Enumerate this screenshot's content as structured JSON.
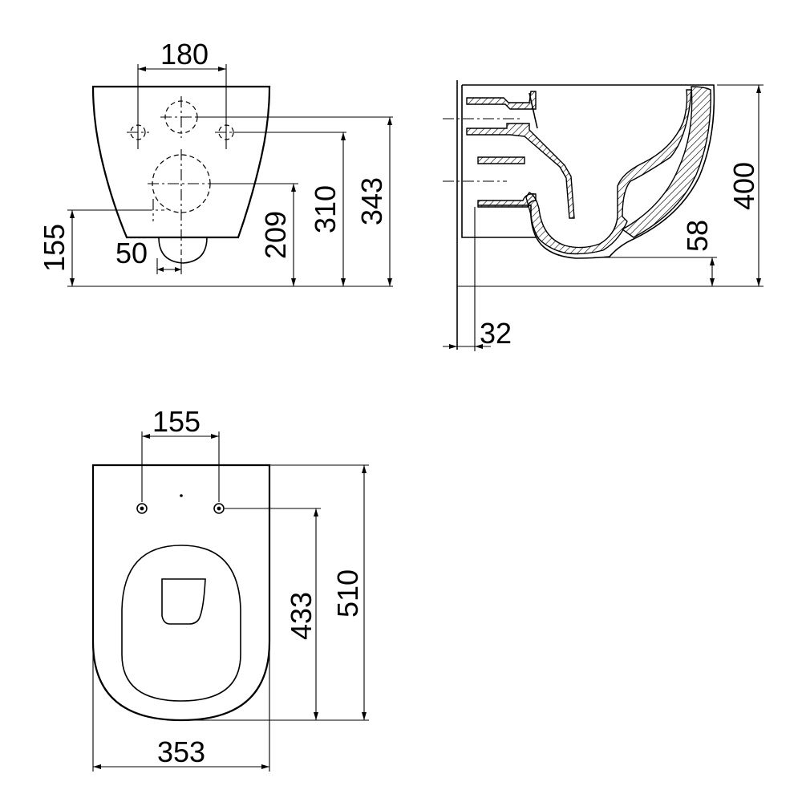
{
  "front_view": {
    "dim_width_fixing": "180",
    "dim_height_outlet": "155",
    "dim_outlet_width": "50",
    "dim_height_inlet": "209",
    "dim_height_fixing": "310",
    "dim_height_total": "343"
  },
  "side_view": {
    "dim_height": "400",
    "dim_rim_offset": "58",
    "dim_wall_offset": "32"
  },
  "top_view": {
    "dim_fixing_spacing": "155",
    "dim_fixing_to_front": "433",
    "dim_length": "510",
    "dim_width": "353"
  }
}
